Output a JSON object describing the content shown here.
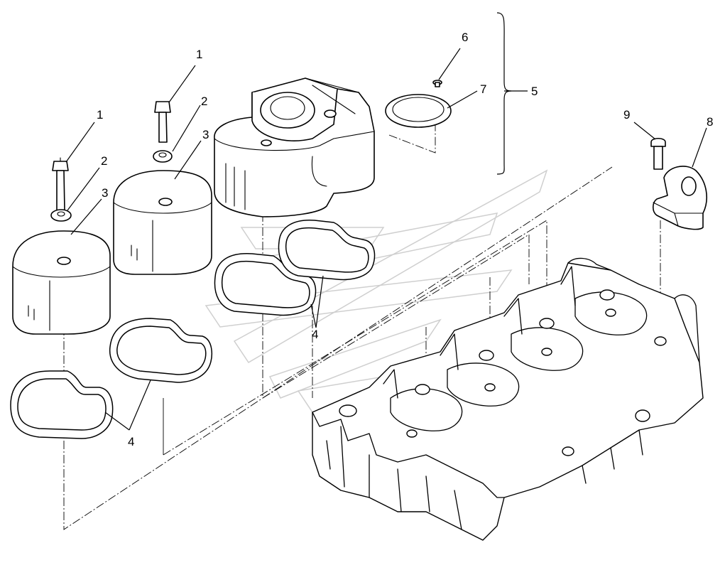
{
  "diagram": {
    "callouts": {
      "bolt_left": "1",
      "bolt_mid": "1",
      "washer_left": "2",
      "washer_mid": "2",
      "cover_left": "3",
      "cover_mid": "3",
      "gasket_left": "4",
      "gasket_mid": "4",
      "gaskets_right": "4",
      "breather_assembly": "5",
      "screw": "6",
      "oring": "7",
      "bracket": "8",
      "bracket_bolt": "9"
    }
  }
}
